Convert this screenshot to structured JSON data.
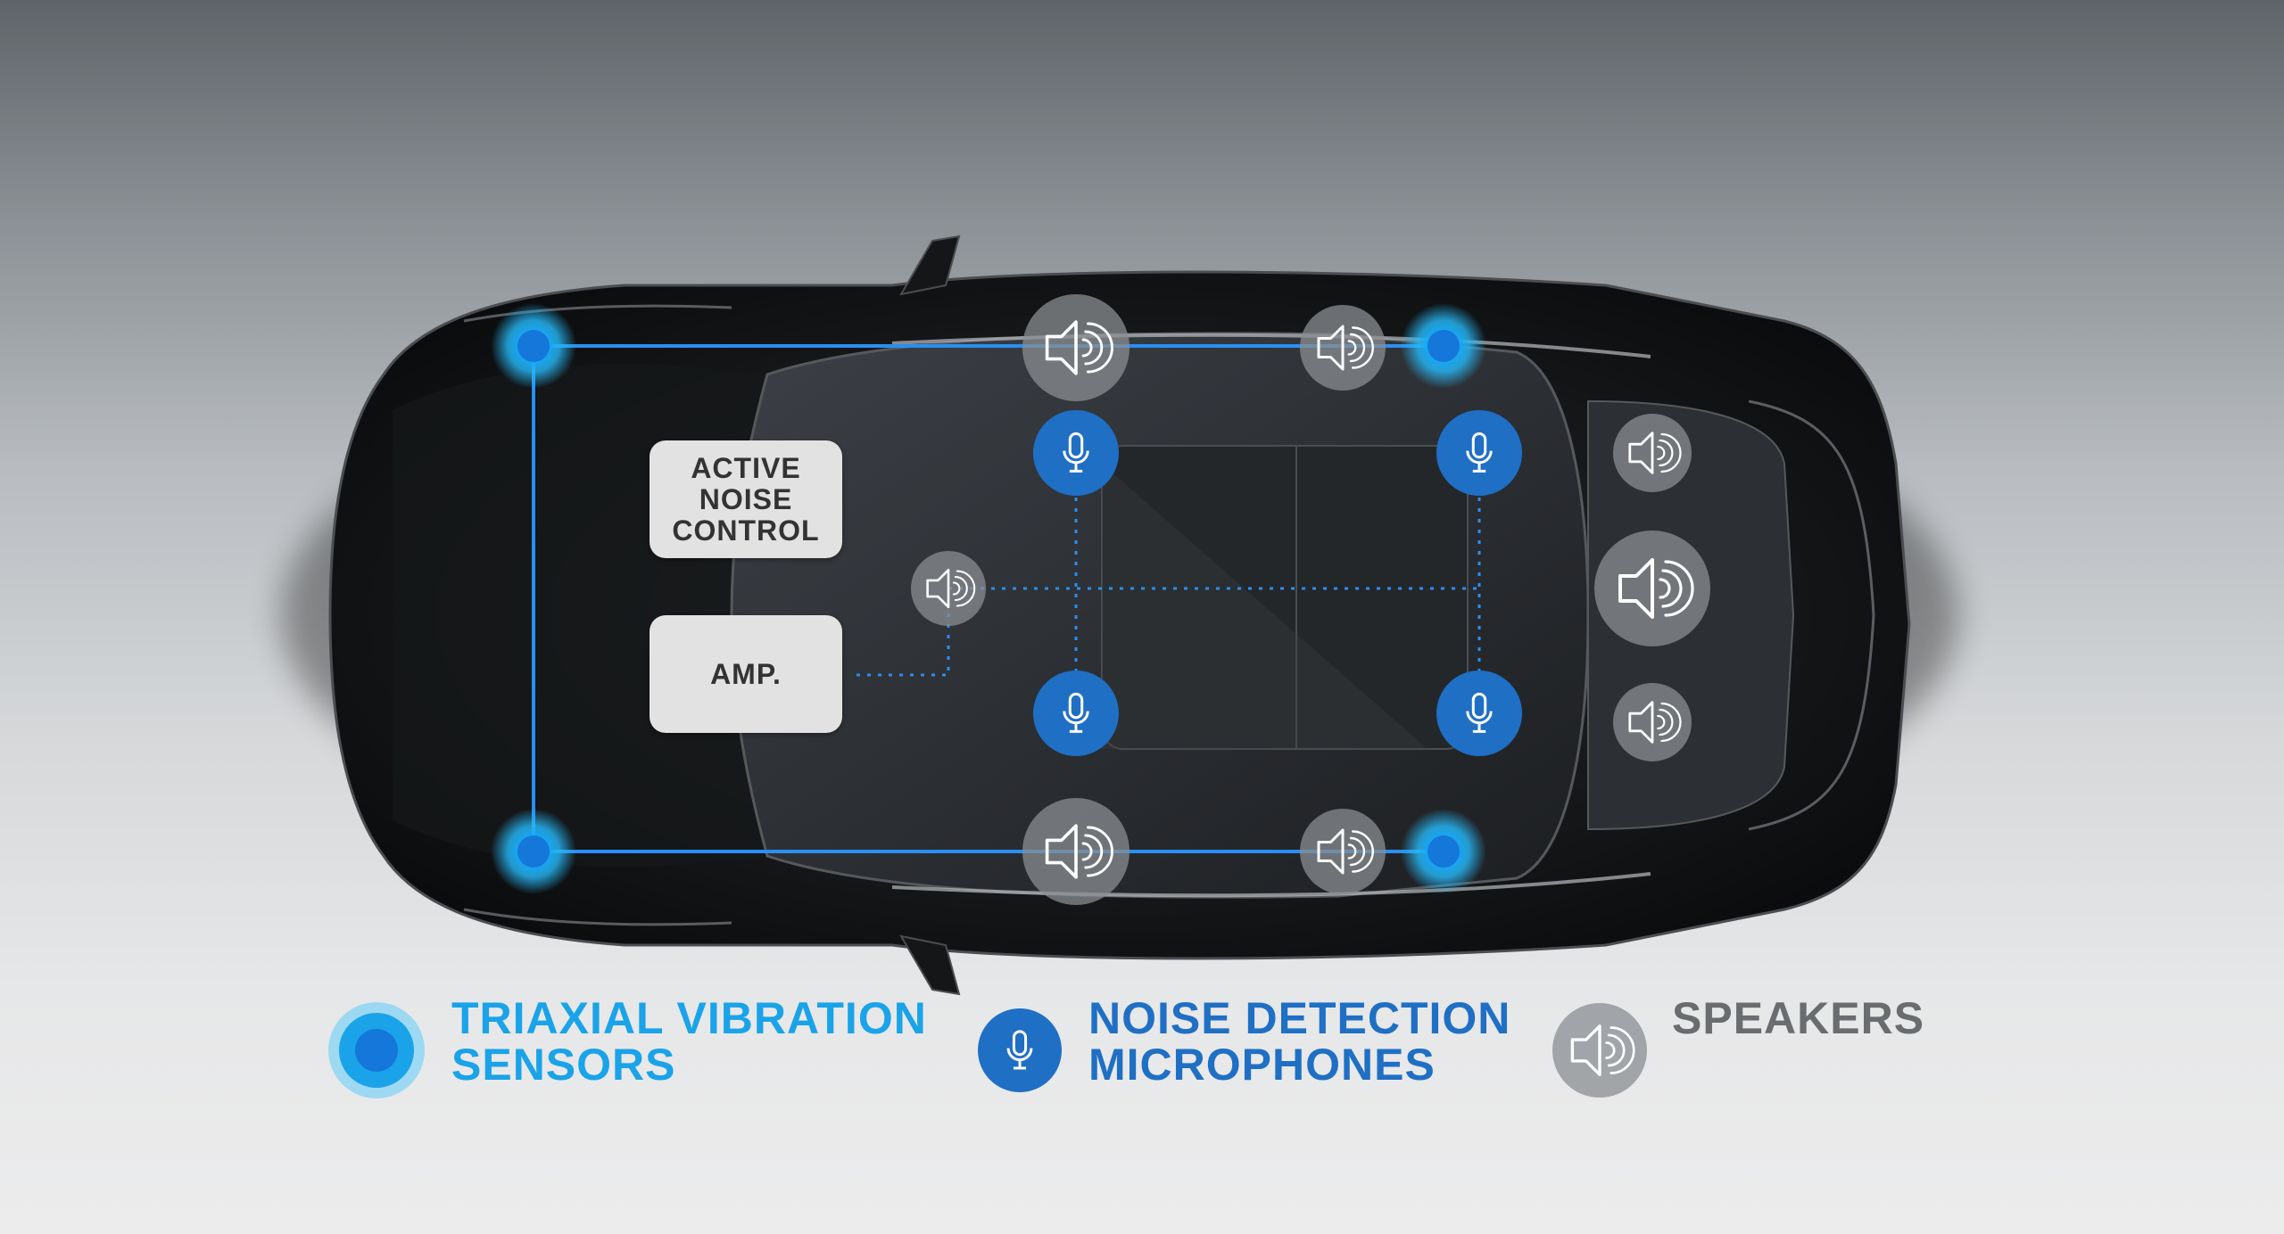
{
  "boxes": {
    "anc_lines": [
      "ACTIVE",
      "NOISE",
      "CONTROL"
    ],
    "amp": "AMP."
  },
  "legend": {
    "vibration": [
      "TRIAXIAL VIBRATION",
      "SENSORS"
    ],
    "microphones": [
      "NOISE DETECTION",
      "MICROPHONES"
    ],
    "speakers": [
      "SPEAKERS"
    ]
  },
  "colors": {
    "vibration": "#1aa3e8",
    "microphone": "#1f6fc4",
    "speaker": "#6a6d70",
    "wire_blue": "#2a8ff0"
  },
  "icons": {
    "vibration": "vibration-sensor-icon",
    "microphone": "microphone-icon",
    "speaker": "speaker-icon"
  }
}
